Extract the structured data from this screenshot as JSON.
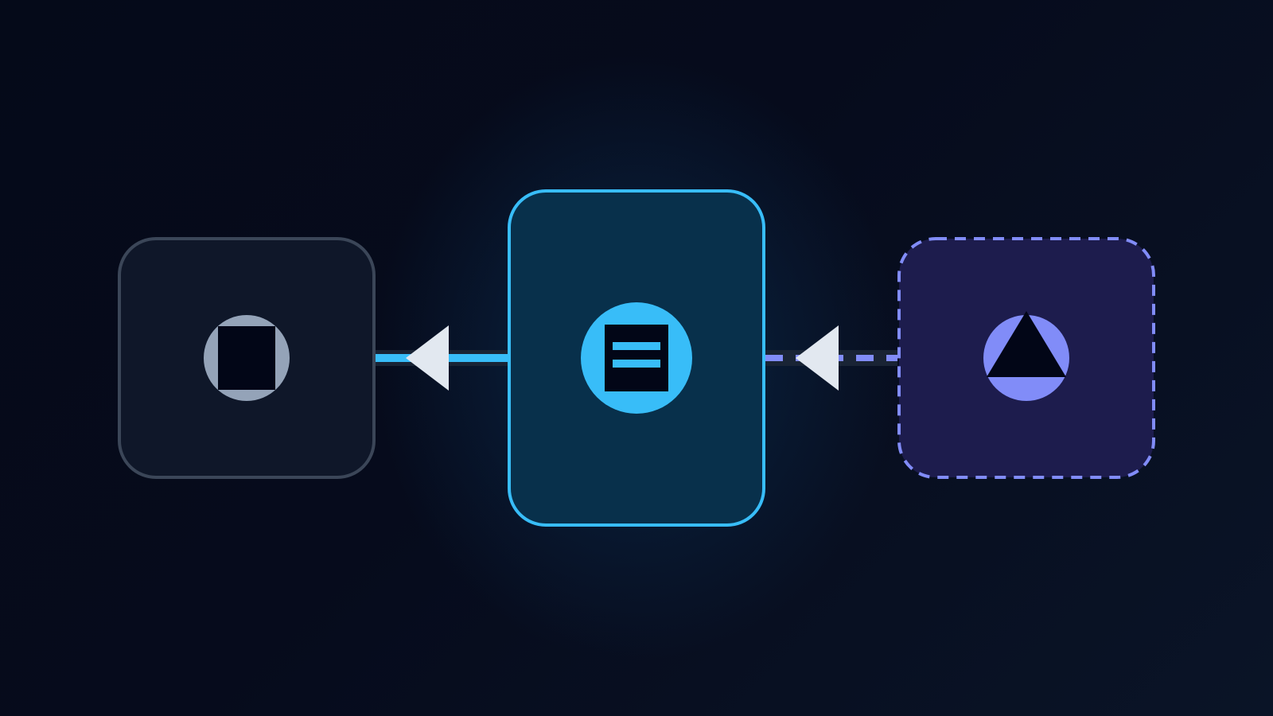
{
  "diagram": {
    "nodes": [
      {
        "id": "left-node",
        "icon": "square-in-circle-icon",
        "style": "solid",
        "colors": {
          "fill": "#0f1729",
          "stroke": "#3b4658",
          "icon_bg": "#94a3b8",
          "icon_fg": "#020617"
        }
      },
      {
        "id": "center-node",
        "icon": "document-lines-icon",
        "style": "solid-highlighted",
        "colors": {
          "fill": "#08304b",
          "stroke": "#38bdf8",
          "icon_bg": "#38bdf8",
          "icon_fg": "#020617"
        }
      },
      {
        "id": "right-node",
        "icon": "triangle-in-circle-icon",
        "style": "dashed",
        "colors": {
          "fill": "#1d1c4d",
          "stroke": "#818cf8",
          "icon_bg": "#818cf8",
          "icon_fg": "#020617"
        }
      }
    ],
    "edges": [
      {
        "from": "center-node",
        "to": "left-node",
        "style": "solid",
        "color": "#38bdf8",
        "arrowhead_color": "#e2e8f0"
      },
      {
        "from": "right-node",
        "to": "center-node",
        "style": "dashed",
        "color": "#818cf8",
        "arrowhead_color": "#e2e8f0"
      }
    ]
  }
}
